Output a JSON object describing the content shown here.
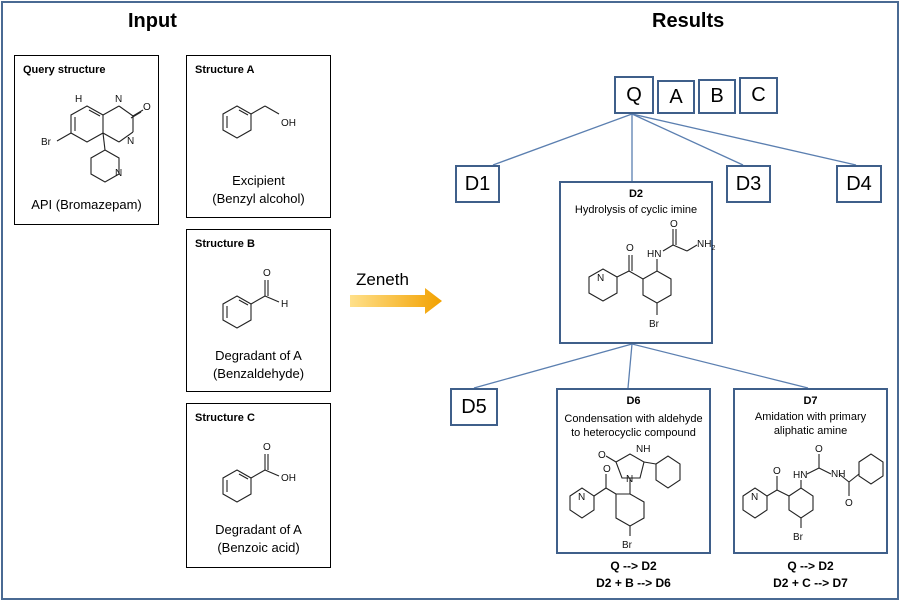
{
  "headings": {
    "input": "Input",
    "results": "Results"
  },
  "input": {
    "query": {
      "title": "Query structure",
      "caption": "API (Bromazepam)"
    },
    "structure_a": {
      "title": "Structure A",
      "caption_line1": "Excipient",
      "caption_line2": "(Benzyl alcohol)"
    },
    "structure_b": {
      "title": "Structure B",
      "caption_line1": "Degradant of A",
      "caption_line2": "(Benzaldehyde)"
    },
    "structure_c": {
      "title": "Structure C",
      "caption_line1": "Degradant of A",
      "caption_line2": "(Benzoic acid)"
    }
  },
  "arrow": {
    "label": "Zeneth"
  },
  "atoms": {
    "O": "O",
    "OH": "OH",
    "H": "H",
    "N": "N",
    "NH": "NH",
    "HN": "HN",
    "NH2": "NH",
    "sub2": "2",
    "Br": "Br"
  },
  "root_labels": [
    "Q",
    "A",
    "B",
    "C"
  ],
  "degradants": {
    "d1": "D1",
    "d3": "D3",
    "d4": "D4",
    "d5": "D5",
    "d2": {
      "title": "D2",
      "desc": "Hydrolysis of cyclic imine"
    },
    "d6": {
      "title": "D6",
      "desc_line1": "Condensation with aldehyde",
      "desc_line2": "to heterocyclic compound"
    },
    "d7": {
      "title": "D7",
      "desc_line1": "Amidation with primary",
      "desc_line2": "aliphatic amine"
    }
  },
  "reactions": {
    "d6": {
      "line1": "Q --> D2",
      "line2": "D2 + B --> D6"
    },
    "d7": {
      "line1": "Q --> D2",
      "line2": "D2 + C --> D7"
    }
  },
  "colors": {
    "frame": "#4a6a93",
    "node_border": "#3f5f8a",
    "connector": "#5b7fb0",
    "arrow_start": "#ffe08a",
    "arrow_end": "#f2a100"
  }
}
